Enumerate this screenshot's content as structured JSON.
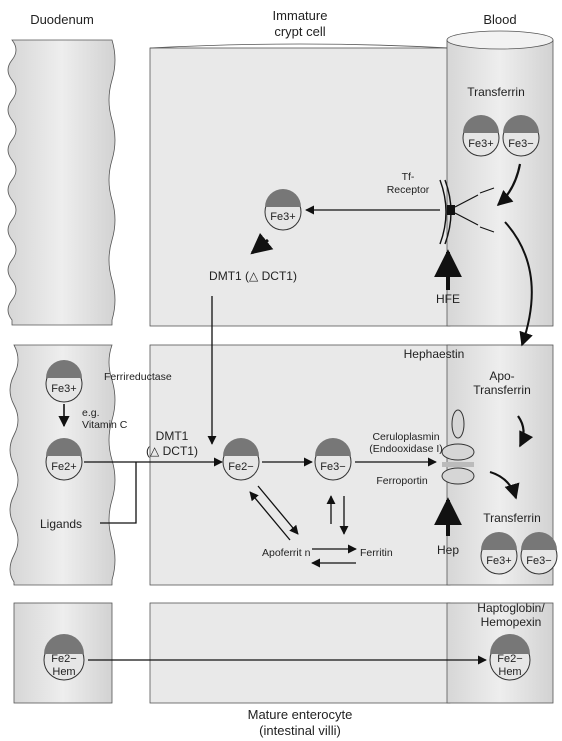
{
  "headers": {
    "duodenum": "Duodenum",
    "immature_1": "Immature",
    "immature_2": "crypt cell",
    "blood": "Blood",
    "mature_1": "Mature enterocyte",
    "mature_2": "(intestinal villi)"
  },
  "labels": {
    "transferrin_top": "Transferrin",
    "tf_receptor_1": "Tf-",
    "tf_receptor_2": "Receptor",
    "dmt1_top": "DMT1 (△ DCT1)",
    "hfe": "HFE",
    "hephaestin": "Hephaestin",
    "apo_1": "Apo-",
    "apo_2": "Transferrin",
    "ferrireductase": "Ferrireductase",
    "eg_1": "e.g.",
    "eg_2": "Vitamin C",
    "dmt1_mid_1": "DMT1",
    "dmt1_mid_2": "(△ DCT1)",
    "ceruloplasmin_1": "Ceruloplasmin",
    "ceruloplasmin_2": "(Endooxidase I)",
    "ferroportin": "Ferroportin",
    "ligands": "Ligands",
    "transferrin_bottom": "Transferrin",
    "apoferritin": "Apoferrit n",
    "ferritin": "Ferritin",
    "hep": "Hep",
    "haptoglobin_1": "Haptoglobin/",
    "haptoglobin_2": "Hemopexin"
  },
  "ions": {
    "tf_top_left": "Fe3+",
    "tf_top_right": "Fe3−",
    "crypt_fe": "Fe3+",
    "lumen_fe3": "Fe3+",
    "lumen_fe2": "Fe2+",
    "cell_fe2": "Fe2−",
    "cell_fe3": "Fe3−",
    "tf_bottom_left": "Fe3+",
    "tf_bottom_right": "Fe3−",
    "heme_lumen_1": "Fe2−",
    "heme_lumen_2": "Hem",
    "heme_blood_1": "Fe2−",
    "heme_blood_2": "Hem"
  }
}
